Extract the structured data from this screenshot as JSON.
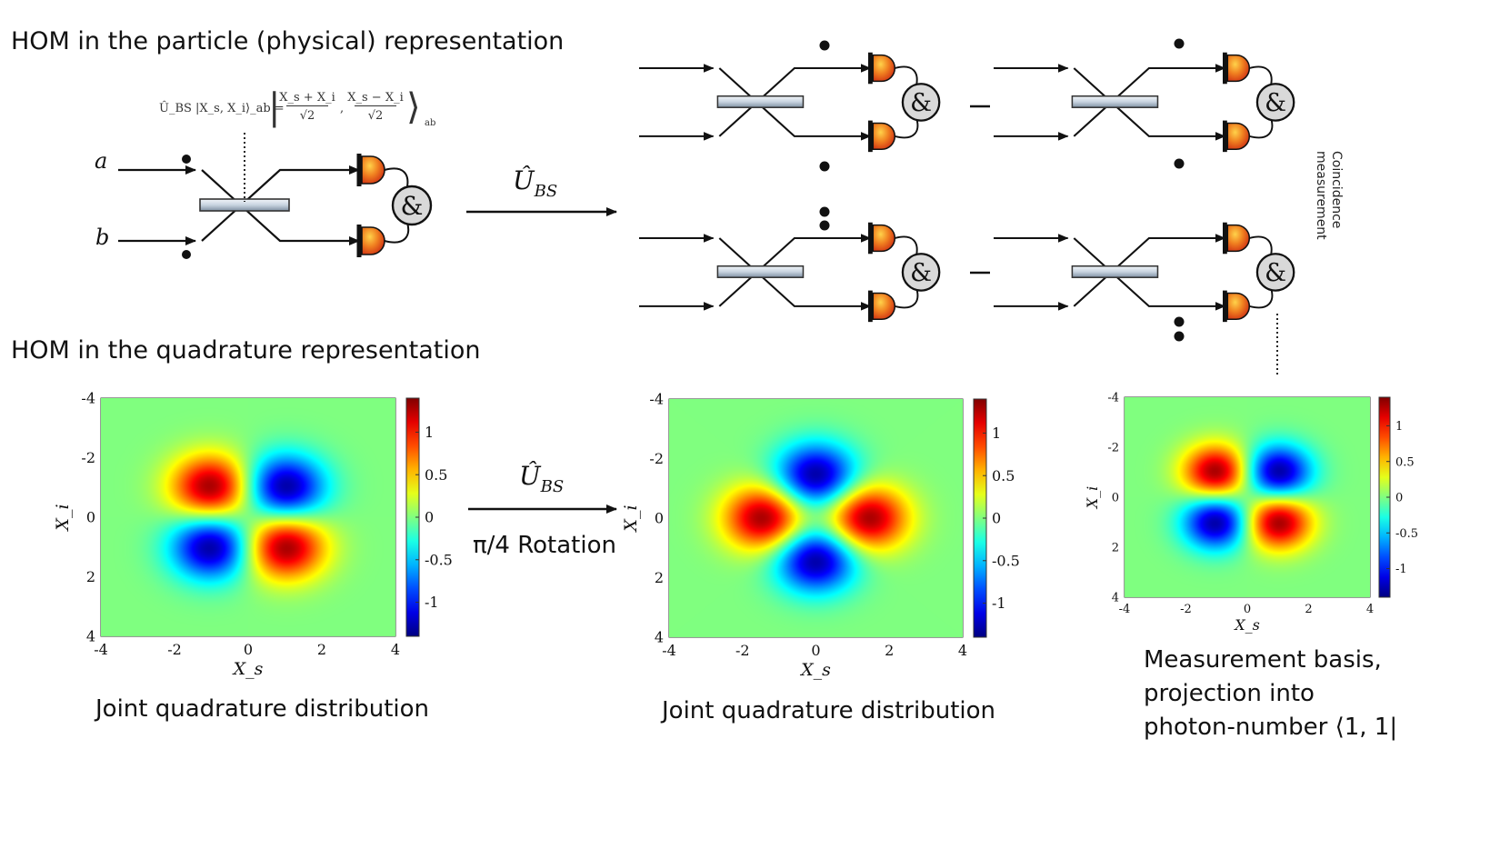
{
  "titles": {
    "particle": "HOM in the particle (physical) representation",
    "quadrature": "HOM in the quadrature representation"
  },
  "equation": {
    "lhs": "Û_BS |X_s, X_i⟩_ab =",
    "num1": "X_s + X_i",
    "den1": "√2",
    "num2": "X_s − X_i",
    "den2": "√2",
    "sub": "ab"
  },
  "ports": {
    "a": "a",
    "b": "b"
  },
  "operator_top": {
    "main": "Û",
    "sub": "BS"
  },
  "operator_bottom": {
    "main": "Û",
    "sub": "BS",
    "below": "π/4 Rotation"
  },
  "coincidence_symbol": "&",
  "minus_sign": "−",
  "side_label": [
    "Coincidence",
    "measurement"
  ],
  "plots": [
    {
      "id": "plot1",
      "caption": "Joint quadrature distribution",
      "xlabel": "X_s",
      "ylabel": "X_i",
      "xticks": [
        "-4",
        "-2",
        "0",
        "2",
        "4"
      ],
      "yticks": [
        "-4",
        "-2",
        "0",
        "2",
        "4"
      ],
      "cbticks": [
        "1",
        "0.5",
        "0",
        "-0.5",
        "-1"
      ]
    },
    {
      "id": "plot2",
      "caption": "Joint quadrature distribution",
      "xlabel": "X_s",
      "ylabel": "X_i",
      "xticks": [
        "-4",
        "-2",
        "0",
        "2",
        "4"
      ],
      "yticks": [
        "-4",
        "-2",
        "0",
        "2",
        "4"
      ],
      "cbticks": [
        "1",
        "0.5",
        "0",
        "-0.5",
        "-1"
      ]
    },
    {
      "id": "plot3",
      "caption_lines": [
        "Measurement basis,",
        "projection into",
        "photon-number ⟨1, 1|"
      ],
      "xlabel": "X_s",
      "ylabel": "X_i",
      "xticks": [
        "-4",
        "-2",
        "0",
        "2",
        "4"
      ],
      "yticks": [
        "-4",
        "-2",
        "0",
        "2",
        "4"
      ],
      "cbticks": [
        "1",
        "0.5",
        "0",
        "-0.5",
        "-1"
      ]
    }
  ],
  "chart_data": [
    {
      "type": "heatmap",
      "title": "",
      "xlabel": "X_s",
      "ylabel": "X_i",
      "xlim": [
        -4,
        4
      ],
      "ylim": [
        -4,
        4
      ],
      "y_axis_direction": "top-to-bottom increasing",
      "color_range": [
        -1.4,
        1.4
      ],
      "colormap": "jet",
      "lobes": [
        {
          "x": -1,
          "y": -1,
          "value": 1.35
        },
        {
          "x": 1,
          "y": -1,
          "value": -1.35
        },
        {
          "x": -1,
          "y": 1,
          "value": -1.35
        },
        {
          "x": 1,
          "y": 1,
          "value": 1.35
        }
      ]
    },
    {
      "type": "heatmap",
      "title": "",
      "xlabel": "X_s",
      "ylabel": "X_i",
      "xlim": [
        -4,
        4
      ],
      "ylim": [
        -4,
        4
      ],
      "y_axis_direction": "top-to-bottom increasing",
      "color_range": [
        -1.4,
        1.4
      ],
      "colormap": "jet",
      "lobes": [
        {
          "x": -1.41,
          "y": 0,
          "value": 1.35
        },
        {
          "x": 1.41,
          "y": 0,
          "value": 1.35
        },
        {
          "x": 0,
          "y": -1.41,
          "value": -1.35
        },
        {
          "x": 0,
          "y": 1.41,
          "value": -1.35
        }
      ]
    },
    {
      "type": "heatmap",
      "title": "",
      "xlabel": "X_s",
      "ylabel": "X_i",
      "xlim": [
        -4,
        4
      ],
      "ylim": [
        -4,
        4
      ],
      "y_axis_direction": "top-to-bottom increasing",
      "color_range": [
        -1.4,
        1.4
      ],
      "colormap": "jet",
      "lobes": [
        {
          "x": -1,
          "y": -1,
          "value": 1.35
        },
        {
          "x": 1,
          "y": -1,
          "value": -1.35
        },
        {
          "x": -1,
          "y": 1,
          "value": -1.35
        },
        {
          "x": 1,
          "y": 1,
          "value": 1.35
        }
      ]
    }
  ]
}
